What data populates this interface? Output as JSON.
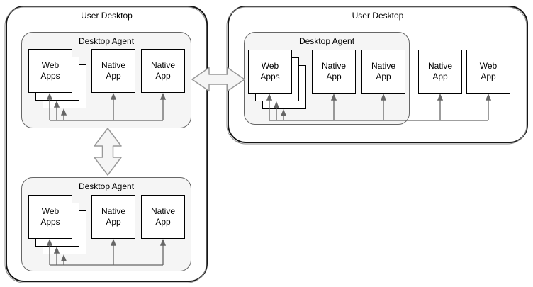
{
  "left_desktop": {
    "title": "User Desktop",
    "agent_top": {
      "title": "Desktop Agent",
      "web_apps": "Web\nApps",
      "native_app_1": "Native\nApp",
      "native_app_2": "Native\nApp"
    },
    "agent_bottom": {
      "title": "Desktop Agent",
      "web_apps": "Web\nApps",
      "native_app_1": "Native\nApp",
      "native_app_2": "Native\nApp"
    }
  },
  "right_desktop": {
    "title": "User Desktop",
    "agent": {
      "title": "Desktop Agent",
      "web_apps": "Web\nApps",
      "native_app_1": "Native\nApp",
      "native_app_2": "Native\nApp"
    },
    "standalone_native_app": "Native\nApp",
    "standalone_web_app": "Web\nApp"
  },
  "connections": [
    "left top Desktop Agent <-> left bottom Desktop Agent (vertical hollow double arrow)",
    "left top Desktop Agent <-> right Desktop Agent (horizontal hollow double arrow crossing both desktop frames)",
    "each Desktop Agent: bus line with upward arrows into Web Apps stack (3 arrows) and each Native App",
    "right Desktop Agent bus extends to standalone Native App and Web App"
  ],
  "colors": {
    "desktop_border": "#161616",
    "agent_fill": "#f5f5f5",
    "agent_border": "#666666",
    "box_border": "#000000",
    "connector_line": "#666666",
    "double_arrow_fill": "#f5f5f5",
    "double_arrow_stroke": "#999999"
  }
}
